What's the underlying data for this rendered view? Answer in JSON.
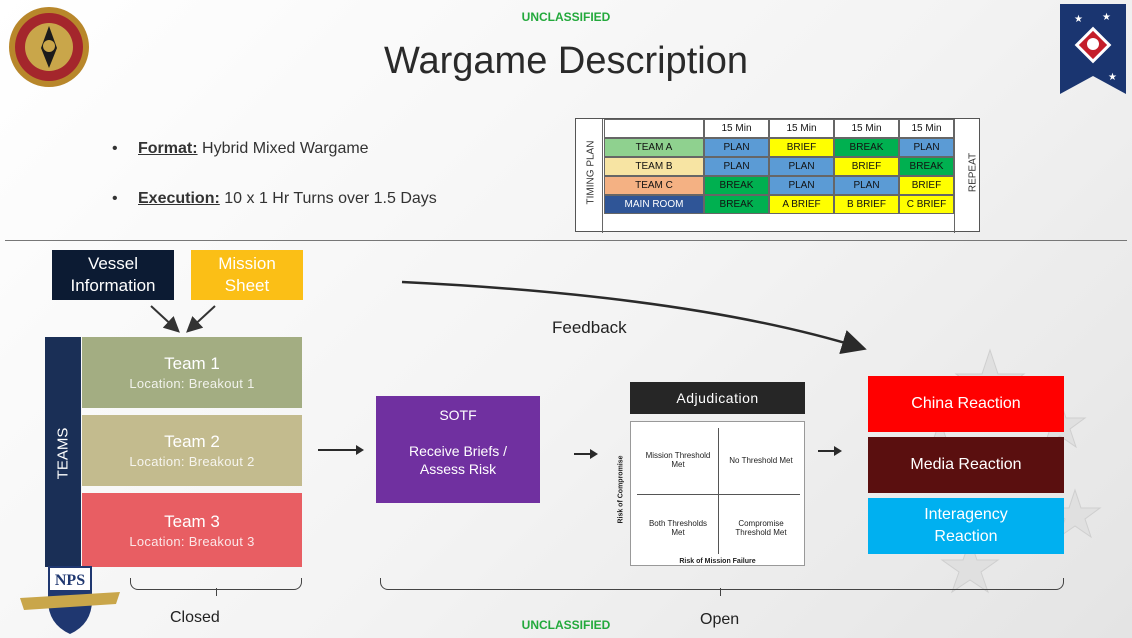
{
  "header": {
    "classification_top": "UNCLASSIFIED",
    "title": "Wargame Description",
    "classification_bottom": "UNCLASSIFIED"
  },
  "bullets": [
    {
      "label": "Format:",
      "text": "Hybrid Mixed Wargame"
    },
    {
      "label": "Execution:",
      "text": "10 x 1  Hr Turns over 1.5 Days"
    }
  ],
  "timing_table": {
    "side_label": "TIMING PLAN",
    "repeat_label": "REPEAT",
    "columns": [
      "15 Min",
      "15 Min",
      "15 Min",
      "15 Min"
    ],
    "rows": [
      {
        "name": "TEAM A",
        "cells": [
          "PLAN",
          "BRIEF",
          "BREAK",
          "PLAN"
        ]
      },
      {
        "name": "TEAM B",
        "cells": [
          "PLAN",
          "PLAN",
          "BRIEF",
          "BREAK"
        ]
      },
      {
        "name": "TEAM C",
        "cells": [
          "BREAK",
          "PLAN",
          "PLAN",
          "BRIEF"
        ]
      },
      {
        "name": "MAIN ROOM",
        "cells": [
          "BREAK",
          "A BRIEF",
          "B BRIEF",
          "C BRIEF"
        ]
      }
    ],
    "colors": {
      "PLAN": "#5b9bd5",
      "BRIEF": "#ffff00",
      "BREAK": "#00b050",
      "A BRIEF": "#ffff00",
      "B BRIEF": "#ffff00",
      "C BRIEF": "#ffff00",
      "TEAM A": "#8fd18f",
      "TEAM B": "#f7e4a3",
      "TEAM C": "#f4b183",
      "MAIN ROOM": "#2f5597"
    }
  },
  "inputs": {
    "vessel": "Vessel Information",
    "mission": "Mission Sheet"
  },
  "teams": {
    "label": "TEAMS",
    "items": [
      {
        "name": "Team 1",
        "location": "Location: Breakout 1",
        "color": "#a3ad82"
      },
      {
        "name": "Team 2",
        "location": "Location: Breakout 2",
        "color": "#c3bb8e"
      },
      {
        "name": "Team 3",
        "location": "Location: Breakout 3",
        "color": "#e85e63"
      }
    ]
  },
  "sotf": {
    "title": "SOTF",
    "body": "Receive Briefs / Assess Risk"
  },
  "adjudication": {
    "title": "Adjudication",
    "quadrants": [
      "Mission Threshold Met",
      "No Threshold Met",
      "Both Thresholds Met",
      "Compromise Threshold Met"
    ],
    "y_axis": "Risk of Compromise",
    "x_axis": "Risk of Mission Failure"
  },
  "reactions": [
    {
      "label": "China Reaction",
      "color": "#ff0000"
    },
    {
      "label": "Media Reaction",
      "color": "#5a0f0f"
    },
    {
      "label": "Interagency Reaction",
      "color": "#00b0f0"
    }
  ],
  "feedback": "Feedback",
  "brackets": {
    "closed": "Closed",
    "open": "Open"
  },
  "logos": {
    "left_bottom": "NPS"
  }
}
